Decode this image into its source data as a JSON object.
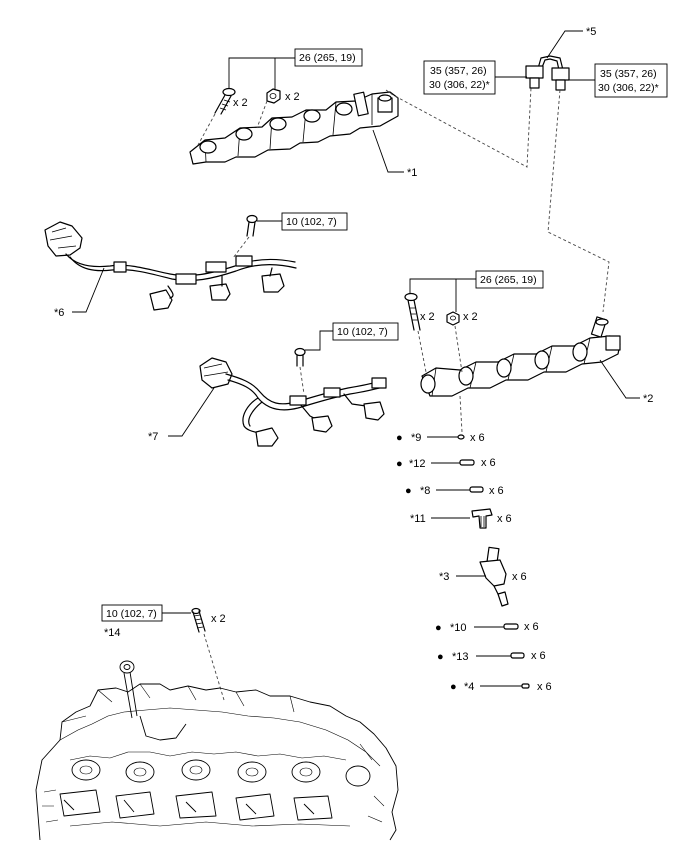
{
  "torque": {
    "t26": "26 (265, 19)",
    "t10": "10 (102, 7)",
    "t35": "35 (357, 26)",
    "t30": "30 (306, 22)*"
  },
  "qty": {
    "x2": "x 2",
    "x6": "x 6"
  },
  "parts": {
    "p1": "*1",
    "p2": "*2",
    "p3": "*3",
    "p4": "*4",
    "p5": "*5",
    "p6": "*6",
    "p7": "*7",
    "p8": "*8",
    "p9": "*9",
    "p10": "*10",
    "p11": "*11",
    "p12": "*12",
    "p13": "*13",
    "p14": "*14"
  },
  "bullet": "●"
}
